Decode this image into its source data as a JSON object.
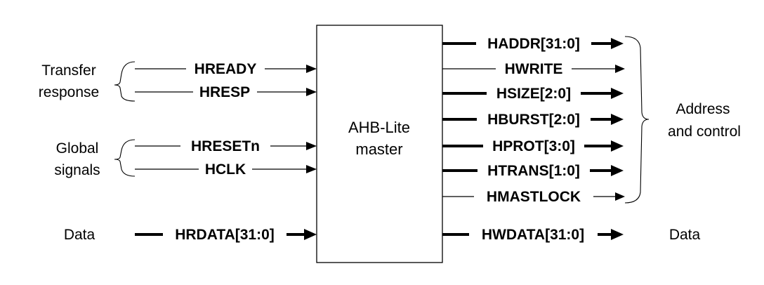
{
  "block": {
    "title_line1": "AHB-Lite",
    "title_line2": "master"
  },
  "groups": {
    "transfer_response": [
      "Transfer",
      "response"
    ],
    "global_signals": [
      "Global",
      "signals"
    ],
    "data_in": "Data",
    "address_control": [
      "Address",
      "and control"
    ],
    "data_out": "Data"
  },
  "inputs": [
    {
      "name": "HREADY",
      "bus": false
    },
    {
      "name": "HRESP",
      "bus": false
    },
    {
      "name": "HRESETn",
      "bus": false
    },
    {
      "name": "HCLK",
      "bus": false
    },
    {
      "name": "HRDATA[31:0]",
      "bus": true
    }
  ],
  "outputs": [
    {
      "name": "HADDR[31:0]",
      "bus": true
    },
    {
      "name": "HWRITE",
      "bus": false
    },
    {
      "name": "HSIZE[2:0]",
      "bus": true
    },
    {
      "name": "HBURST[2:0]",
      "bus": true
    },
    {
      "name": "HPROT[3:0]",
      "bus": true
    },
    {
      "name": "HTRANS[1:0]",
      "bus": true
    },
    {
      "name": "HMASTLOCK",
      "bus": false
    },
    {
      "name": "HWDATA[31:0]",
      "bus": true
    }
  ]
}
